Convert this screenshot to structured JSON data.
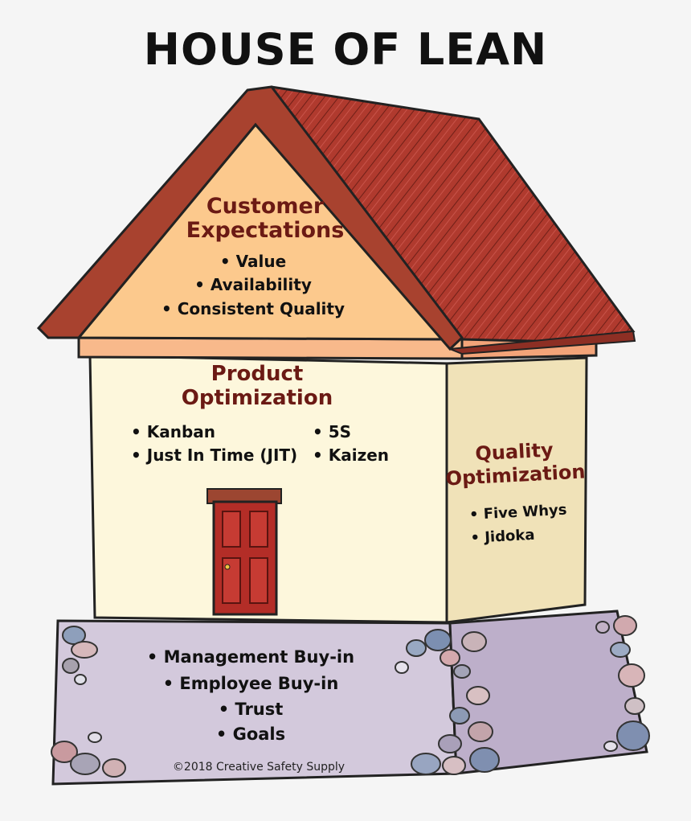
{
  "title": "HOUSE OF LEAN",
  "roof": {
    "heading_line1": "Customer",
    "heading_line2": "Expectations",
    "items": [
      "• Value",
      "• Availability",
      "• Consistent Quality"
    ]
  },
  "front_wall": {
    "heading_line1": "Product",
    "heading_line2": "Optimization",
    "items_left": [
      "• Kanban",
      "• Just In Time (JIT)"
    ],
    "items_right": [
      "• 5S",
      "• Kaizen"
    ]
  },
  "side_wall": {
    "heading_line1": "Quality",
    "heading_line2": "Optimization",
    "items": [
      "• Five Whys",
      "• Jidoka"
    ]
  },
  "foundation": {
    "items": [
      "• Management Buy-in",
      "• Employee Buy-in",
      "• Trust",
      "• Goals"
    ],
    "copyright": "©2018 Creative Safety Supply"
  },
  "colors": {
    "roof": "#b03a2e",
    "gable": "#fcc98d",
    "front_wall": "#fdf7dc",
    "side_wall": "#f0e2b8",
    "foundation_front": "#d3c9dc",
    "foundation_side": "#bdafca",
    "door": "#b32d27",
    "heading_text": "#6b1a14"
  }
}
